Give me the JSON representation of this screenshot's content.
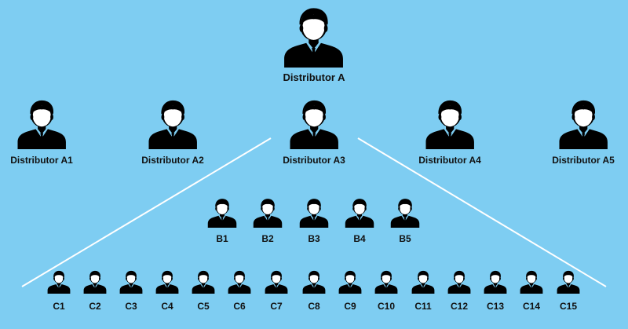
{
  "root": {
    "label": "Distributor A"
  },
  "level_a": [
    {
      "label": "Distributor A1"
    },
    {
      "label": "Distributor A2"
    },
    {
      "label": "Distributor A3"
    },
    {
      "label": "Distributor A4"
    },
    {
      "label": "Distributor A5"
    }
  ],
  "level_b": [
    {
      "label": "B1"
    },
    {
      "label": "B2"
    },
    {
      "label": "B3"
    },
    {
      "label": "B4"
    },
    {
      "label": "B5"
    }
  ],
  "level_c": [
    {
      "label": "C1"
    },
    {
      "label": "C2"
    },
    {
      "label": "C3"
    },
    {
      "label": "C4"
    },
    {
      "label": "C5"
    },
    {
      "label": "C6"
    },
    {
      "label": "C7"
    },
    {
      "label": "C8"
    },
    {
      "label": "C9"
    },
    {
      "label": "C10"
    },
    {
      "label": "C11"
    },
    {
      "label": "C12"
    },
    {
      "label": "C13"
    },
    {
      "label": "C14"
    },
    {
      "label": "C15"
    }
  ],
  "colors": {
    "background": "#7ecdf2",
    "icon": "#000000",
    "line": "#ffffff"
  },
  "icon": "businessman-icon"
}
